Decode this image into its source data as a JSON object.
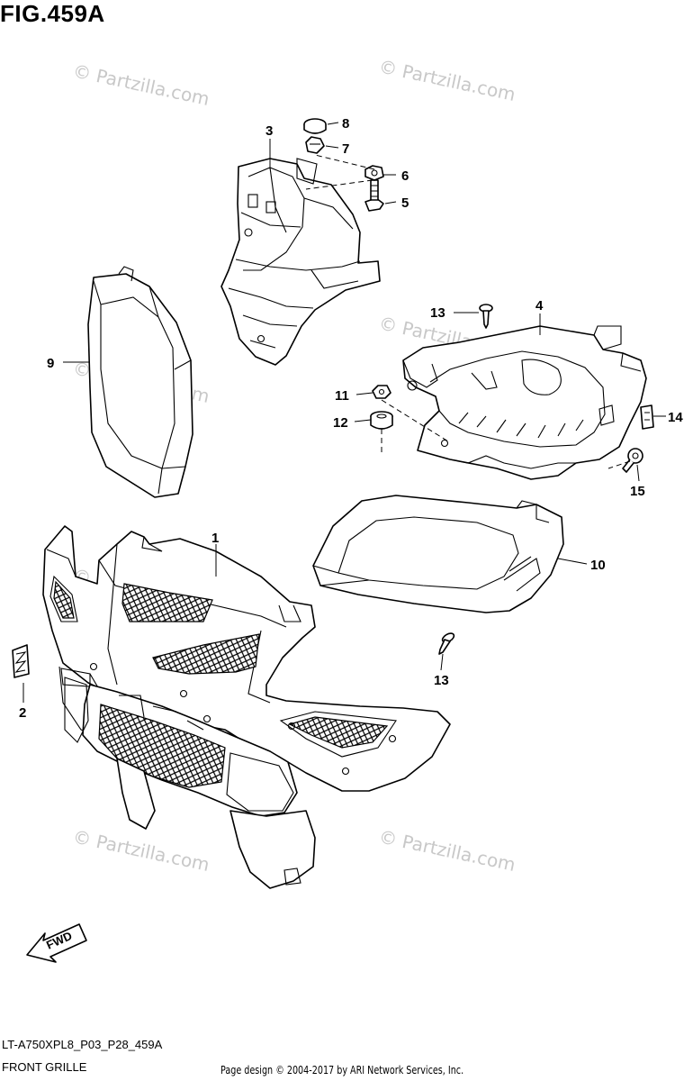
{
  "figure": {
    "title": "FIG.459A"
  },
  "watermark": {
    "text": "© Partzilla.com",
    "color": "#c8c8c8"
  },
  "callouts": [
    "1",
    "2",
    "3",
    "4",
    "5",
    "6",
    "7",
    "8",
    "9",
    "10",
    "11",
    "12",
    "13",
    "13",
    "14",
    "15"
  ],
  "fwd_label": "FWD",
  "footer": {
    "code": "LT-A750XPL8_P03_P28_459A",
    "name": "FRONT GRILLE",
    "copyright": "Page design © 2004-2017 by ARI Network Services, Inc."
  }
}
